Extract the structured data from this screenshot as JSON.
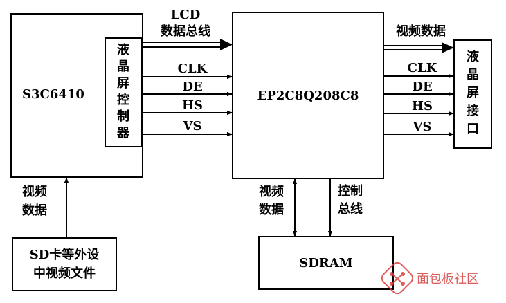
{
  "blocks": {
    "cpu": "S3C6410",
    "lcd_controller": [
      "液",
      "晶",
      "屏",
      "控",
      "制",
      "器"
    ],
    "fpga": "EP2C8Q208C8",
    "lcd_interface": [
      "液",
      "晶",
      "屏",
      "接",
      "口"
    ],
    "sdram": "SDRAM",
    "sd_card": [
      "SD卡等外设",
      "中视频文件"
    ]
  },
  "buses": {
    "lcd_bus": [
      "LCD",
      "数据总线"
    ],
    "video_out": "视频数据",
    "video_in_left": [
      "视频",
      "数据"
    ],
    "video_sdram": [
      "视频",
      "数据"
    ],
    "control_bus": [
      "控制",
      "总线"
    ]
  },
  "signals_left": [
    "CLK",
    "DE",
    "HS",
    "VS"
  ],
  "signals_right": [
    "CLK",
    "DE",
    "HS",
    "VS"
  ],
  "watermark": "面包板社区",
  "colors": {
    "line": "#000000",
    "watermark": "#d84040"
  }
}
